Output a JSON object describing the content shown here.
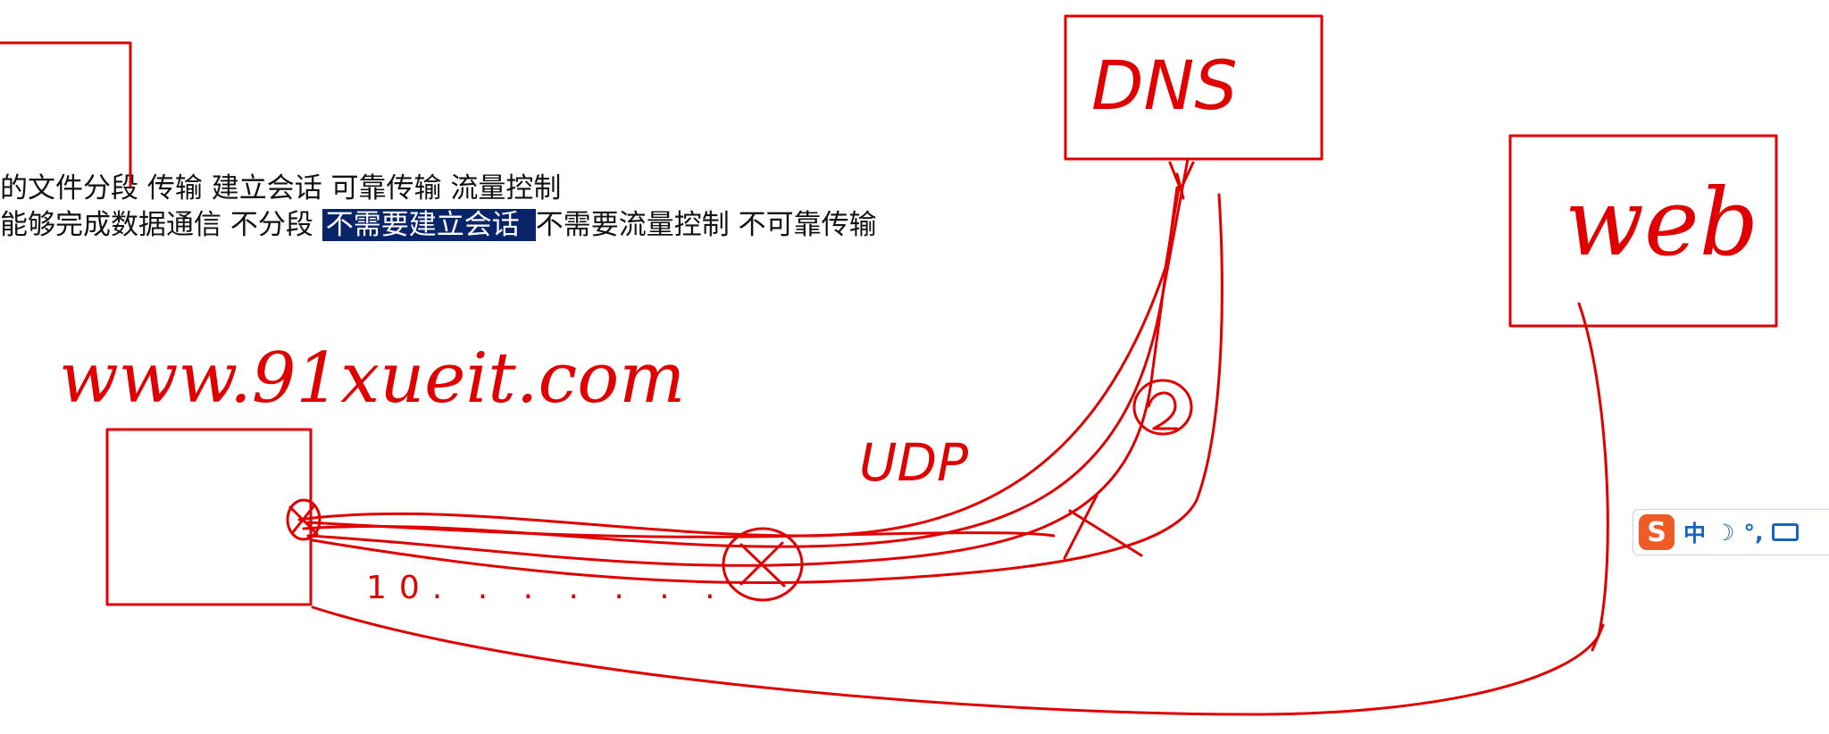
{
  "text_lines": {
    "line1": "的文件分段  传输  建立会话  可靠传输  流量控制",
    "line2_before": "能够完成数据通信  不分段  ",
    "line2_selected": "不需要建立会话",
    "line2_after": "不需要流量控制  不可靠传输"
  },
  "annotations": {
    "dns": "DNS",
    "web": "web",
    "url": "www.91xueit.com",
    "protocol": "UDP",
    "dots": "10. . . . . . ."
  },
  "ime_bar": {
    "logo": "S",
    "mode": "中",
    "moon": "☽",
    "punct": "°,"
  },
  "colors": {
    "ink": "#e00000",
    "selection": "#0a246a",
    "ime_accent": "#1565c0",
    "ime_logo": "#f05a24"
  }
}
